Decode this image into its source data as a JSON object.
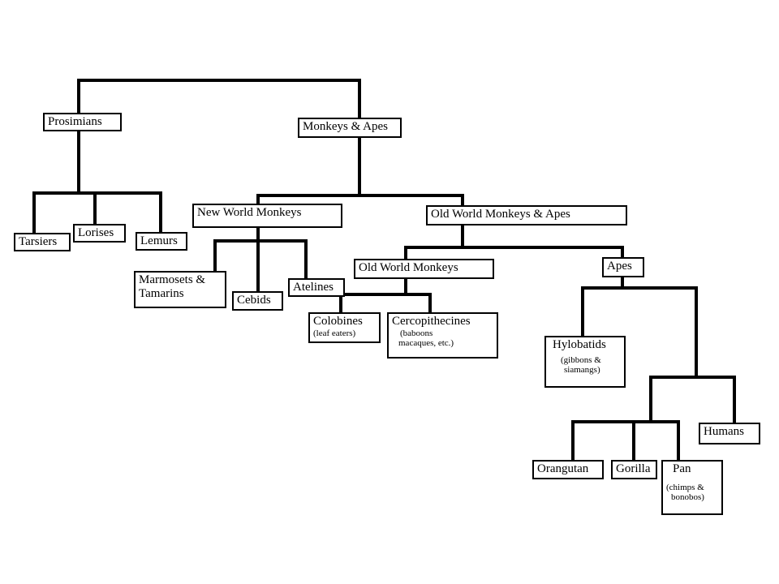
{
  "nodes": {
    "prosimians": "Prosimians",
    "monkeys_apes": "Monkeys & Apes",
    "tarsiers": "Tarsiers",
    "lorises": "Lorises",
    "lemurs": "Lemurs",
    "new_world_monkeys": "New World Monkeys",
    "old_world_monkeys_apes": "Old World Monkeys & Apes",
    "marmosets_line1": "Marmosets &",
    "marmosets_line2": "Tamarins",
    "cebids": "Cebids",
    "atelines": "Atelines",
    "old_world_monkeys": "Old World Monkeys",
    "apes": "Apes",
    "colobines": "Colobines",
    "colobines_note": "(leaf eaters)",
    "cercopithecines": "Cercopithecines",
    "cercopithecines_note1": "(baboons",
    "cercopithecines_note2": "macaques, etc.)",
    "hylobatids": "Hylobatids",
    "hylobatids_note1": "(gibbons &",
    "hylobatids_note2": "siamangs)",
    "humans": "Humans",
    "orangutan": "Orangutan",
    "gorilla": "Gorilla",
    "pan": "Pan",
    "pan_note1": "(chimps &",
    "pan_note2": "bonobos)"
  }
}
